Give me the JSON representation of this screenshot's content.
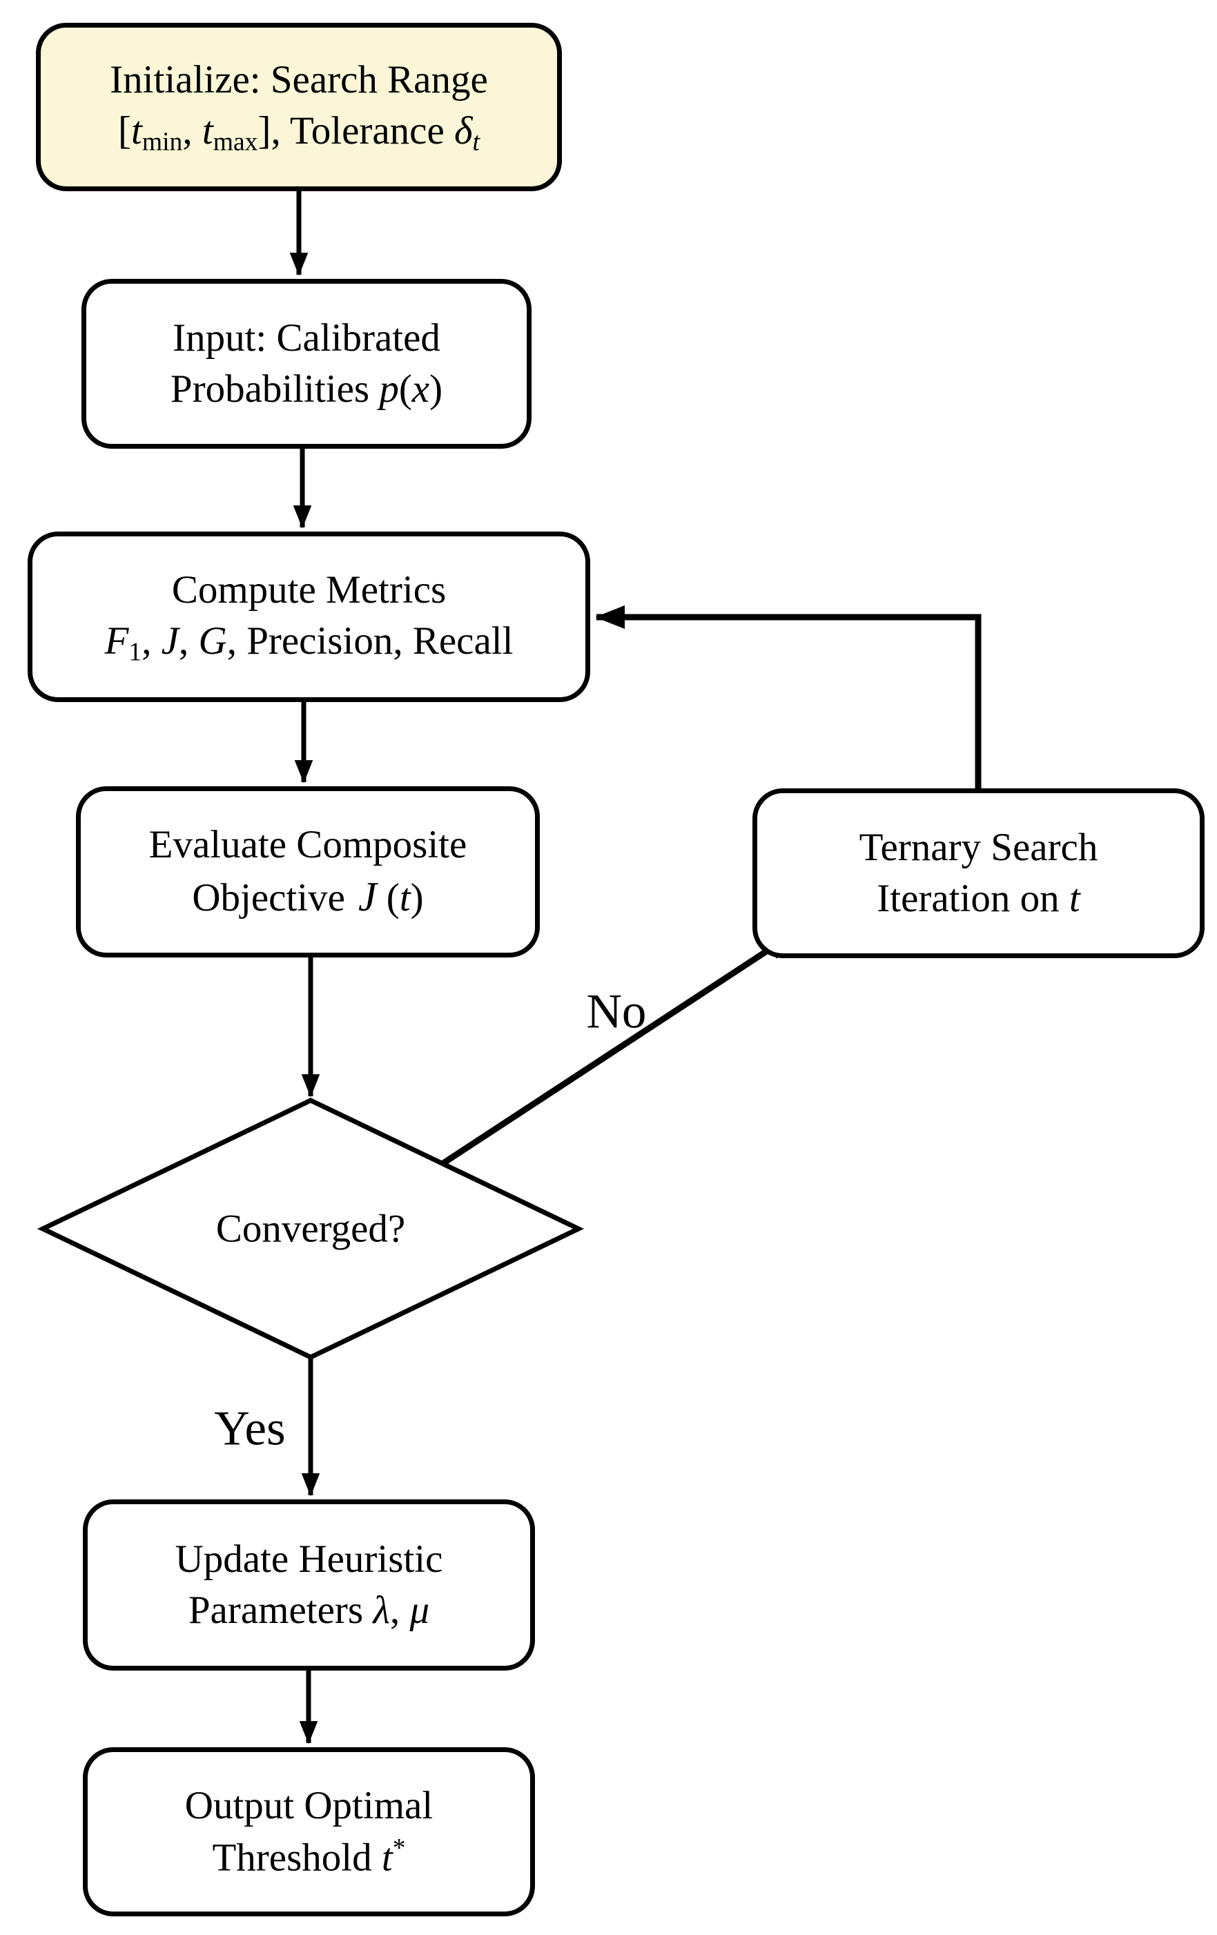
{
  "flowchart": {
    "nodes": {
      "init": {
        "l1": [
          {
            "t": "Initialize: Search Range"
          }
        ],
        "l2": [
          {
            "t": "["
          },
          {
            "t": "t"
          },
          {
            "t": "min"
          },
          {
            "t": ", "
          },
          {
            "t": "t"
          },
          {
            "t": "max"
          },
          {
            "t": "], Tolerance "
          },
          {
            "t": "δ"
          },
          {
            "t": "t"
          }
        ]
      },
      "input": {
        "l1": [
          {
            "t": "Input: Calibrated"
          }
        ],
        "l2": [
          {
            "t": "Probabilities "
          },
          {
            "t": "p"
          },
          {
            "t": "("
          },
          {
            "t": "x"
          },
          {
            "t": ")"
          }
        ]
      },
      "compute": {
        "l1": [
          {
            "t": "Compute Metrics"
          }
        ],
        "l2": [
          {
            "t": "F"
          },
          {
            "t": "1"
          },
          {
            "t": ", "
          },
          {
            "t": "J"
          },
          {
            "t": ", "
          },
          {
            "t": "G"
          },
          {
            "t": ", Precision, Recall"
          }
        ]
      },
      "evaluate": {
        "l1": [
          {
            "t": "Evaluate Composite"
          }
        ],
        "l2": [
          {
            "t": "Objective "
          },
          {
            "t": "J"
          },
          {
            "t": " ("
          },
          {
            "t": "t"
          },
          {
            "t": ")"
          }
        ]
      },
      "ternary": {
        "l1": [
          {
            "t": "Ternary Search"
          }
        ],
        "l2": [
          {
            "t": "Iteration on "
          },
          {
            "t": "t"
          }
        ]
      },
      "decision": {
        "l1": [
          {
            "t": "Converged?"
          }
        ]
      },
      "update": {
        "l1": [
          {
            "t": "Update Heuristic"
          }
        ],
        "l2": [
          {
            "t": "Parameters "
          },
          {
            "t": "λ"
          },
          {
            "t": ", "
          },
          {
            "t": "μ"
          }
        ]
      },
      "output": {
        "l1": [
          {
            "t": "Output Optimal"
          }
        ],
        "l2": [
          {
            "t": "Threshold "
          },
          {
            "t": "t"
          },
          {
            "t": "*"
          }
        ]
      }
    },
    "labels": {
      "no": "No",
      "yes": "Yes"
    },
    "colors": {
      "init_fill": "#FAF6D7",
      "node_fill": "#FFFFFF",
      "stroke": "#000000"
    }
  }
}
